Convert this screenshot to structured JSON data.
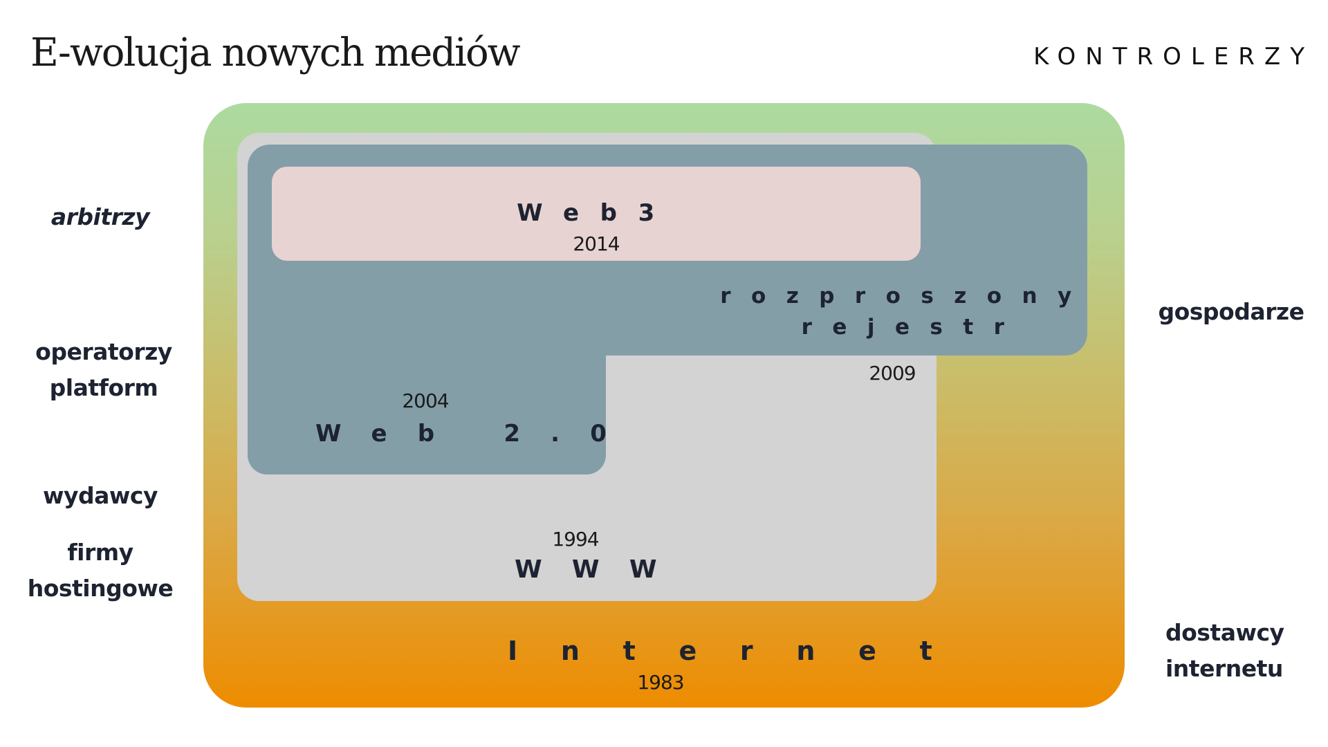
{
  "header": {
    "title": "E-wolucja nowych mediów",
    "brand": "KONTROLERZY"
  },
  "layers": {
    "internet": {
      "name": "Internet",
      "year": "1983",
      "color": "#ee8c00"
    },
    "www": {
      "name": "WWW",
      "year": "1994",
      "color": "#d3d3d3"
    },
    "web2": {
      "name": "Web 2.0",
      "year": "2004",
      "color": "#849ea8"
    },
    "ledger": {
      "name_line1": "rozproszony",
      "name_line2": "rejestr",
      "year": "2009",
      "color": "#849ea8"
    },
    "web3": {
      "name": "Web3",
      "year": "2014",
      "color": "#e8d3d3"
    }
  },
  "left_labels": {
    "arbiters": "arbitrzy",
    "platform_operators_line1": "operatorzy",
    "platform_operators_line2": "platform",
    "publishers": "wydawcy",
    "hosting_line1": "firmy",
    "hosting_line2": "hostingowe"
  },
  "right_labels": {
    "hosts": "gospodarze",
    "isp_line1": "dostawcy",
    "isp_line2": "internetu"
  }
}
